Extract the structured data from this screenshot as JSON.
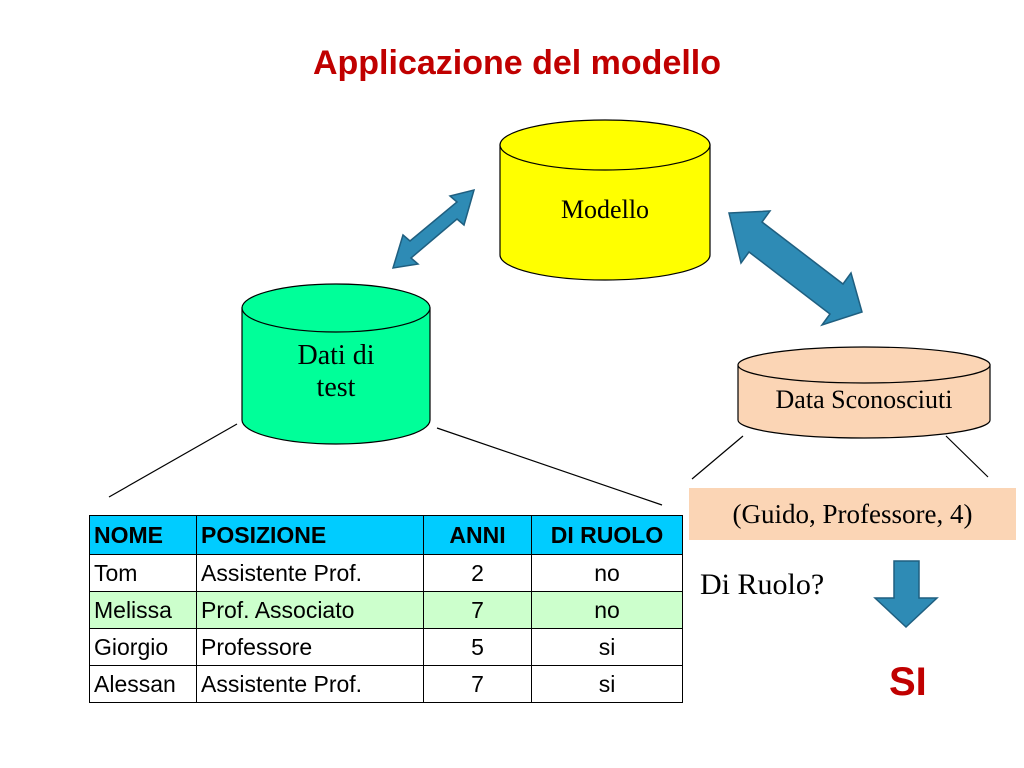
{
  "title": "Applicazione del modello",
  "nodes": {
    "modello": "Modello",
    "dati_di_test": [
      "Dati di",
      "test"
    ],
    "data_sconosciuti": "Data Sconosciuti"
  },
  "table": {
    "headers": [
      "NOME",
      "POSIZIONE",
      "ANNI",
      "DI RUOLO"
    ],
    "rows": [
      [
        "Tom",
        "Assistente Prof.",
        "2",
        "no"
      ],
      [
        "Melissa",
        "Prof. Associato",
        "7",
        "no"
      ],
      [
        "Giorgio",
        "Professore",
        "5",
        "si"
      ],
      [
        "Alessan",
        "Assistente Prof.",
        "7",
        "si"
      ]
    ]
  },
  "unknown_record": "(Guido, Professore, 4)",
  "question": "Di Ruolo?",
  "answer": "SI",
  "colors": {
    "title": "#c00000",
    "modello_cylinder": "#ffff00",
    "dati_cylinder": "#00ff99",
    "sconosciuti_cylinder": "#fbd5b5",
    "arrow": "#2e8bb5",
    "table_header": "#00ccff",
    "table_highlight": "#ccffcc"
  }
}
